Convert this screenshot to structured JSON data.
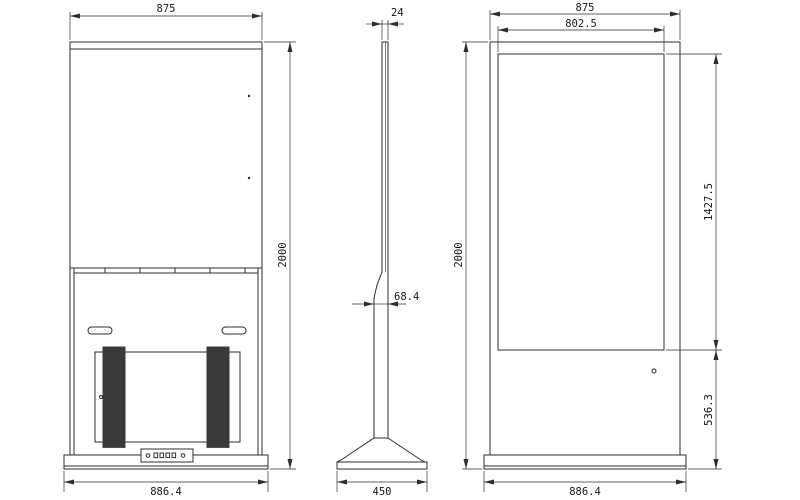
{
  "views": {
    "rear": {
      "dim_width_top": "875",
      "dim_height": "2000",
      "dim_width_bottom": "886.4"
    },
    "side": {
      "dim_thickness_top": "24",
      "dim_thickness_mid": "68.4",
      "dim_base_depth": "450"
    },
    "front": {
      "dim_width_top": "875",
      "dim_screen_width": "802.5",
      "dim_height": "2000",
      "dim_screen_height": "1427.5",
      "dim_lower_height": "536.3",
      "dim_width_bottom": "886.4"
    }
  }
}
